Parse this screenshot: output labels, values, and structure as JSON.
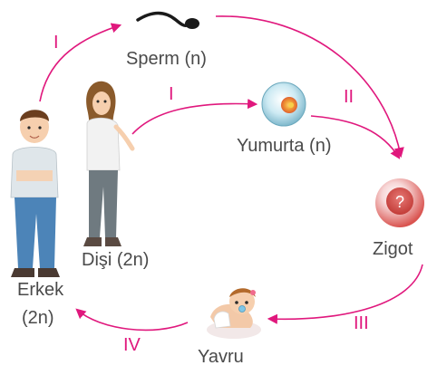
{
  "labels": {
    "sperm": "Sperm (n)",
    "egg": "Yumurta (n)",
    "zygote": "Zigot",
    "offspring": "Yavru",
    "female": "Dişi (2n)",
    "male_line1": "Erkek",
    "male_line2": "(2n)",
    "zygote_mark": "?"
  },
  "steps": {
    "male_to_sperm": "I",
    "female_to_egg": "I",
    "fertilization": "II",
    "development": "III",
    "growth": "IV"
  },
  "colors": {
    "arrow": "#e0187d",
    "label_text": "#4a4a4a",
    "zygote": "#d9534f"
  },
  "icons": [
    "sperm-icon",
    "egg-cell-icon",
    "zygote-icon",
    "baby-icon",
    "female-figure-icon",
    "male-figure-icon"
  ]
}
